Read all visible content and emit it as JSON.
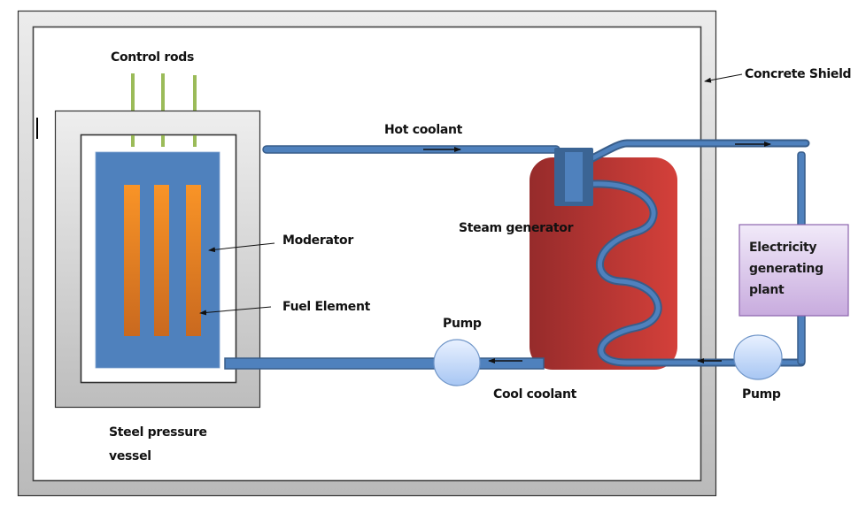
{
  "diagram": {
    "title": "Nuclear reactor (pressurized water) schematic",
    "labels": {
      "control_rods": "Control rods",
      "concrete_shield": "Concrete Shield",
      "hot_coolant": "Hot coolant",
      "moderator": "Moderator",
      "steam_generator": "Steam generator",
      "fuel_element": "Fuel Element",
      "pump_primary": "Pump",
      "cool_coolant": "Cool coolant",
      "pump_secondary": "Pump",
      "steel_vessel_line1": "Steel pressure",
      "steel_vessel_line2": "vessel",
      "plant_line1": "Electricity",
      "plant_line2": "generating",
      "plant_line3": "plant"
    },
    "components": [
      {
        "id": "concrete-shield",
        "name": "Concrete Shield"
      },
      {
        "id": "steel-pressure-vessel",
        "name": "Steel pressure vessel"
      },
      {
        "id": "moderator",
        "name": "Moderator"
      },
      {
        "id": "fuel-elements",
        "name": "Fuel Element",
        "count": 3
      },
      {
        "id": "control-rods",
        "name": "Control rods",
        "count": 3
      },
      {
        "id": "steam-generator",
        "name": "Steam generator"
      },
      {
        "id": "pump-primary",
        "name": "Pump"
      },
      {
        "id": "pump-secondary",
        "name": "Pump"
      },
      {
        "id": "electricity-plant",
        "name": "Electricity generating plant"
      }
    ],
    "flows": [
      {
        "from": "Steel pressure vessel",
        "to": "Steam generator",
        "label": "Hot coolant",
        "direction": "right"
      },
      {
        "from": "Steam generator",
        "to": "Steel pressure vessel",
        "label": "Cool coolant",
        "direction": "left",
        "via": "Pump"
      },
      {
        "from": "Steam generator",
        "to": "Electricity generating plant",
        "direction": "right"
      },
      {
        "from": "Electricity generating plant",
        "to": "Steam generator",
        "direction": "left",
        "via": "Pump"
      }
    ],
    "colors": {
      "shield_gray": "#e8e8e8",
      "shield_gray_dark": "#bcbcbc",
      "pipe_blue": "#4f81bd",
      "pipe_edge": "#385d8a",
      "moderator_blue": "#4f81bd",
      "fuel_orange_top": "#f79226",
      "fuel_orange_bottom": "#cc6a1f",
      "control_rod_green": "#9bbb59",
      "generator_red_left": "#9b2c2c",
      "generator_red_right": "#d13f3a",
      "pump_fill_top": "#e6efff",
      "pump_fill_bottom": "#a9c8f5",
      "plant_fill_top": "#efe7f8",
      "plant_fill_bottom": "#c9addf",
      "plant_border": "#8d64ad"
    }
  }
}
